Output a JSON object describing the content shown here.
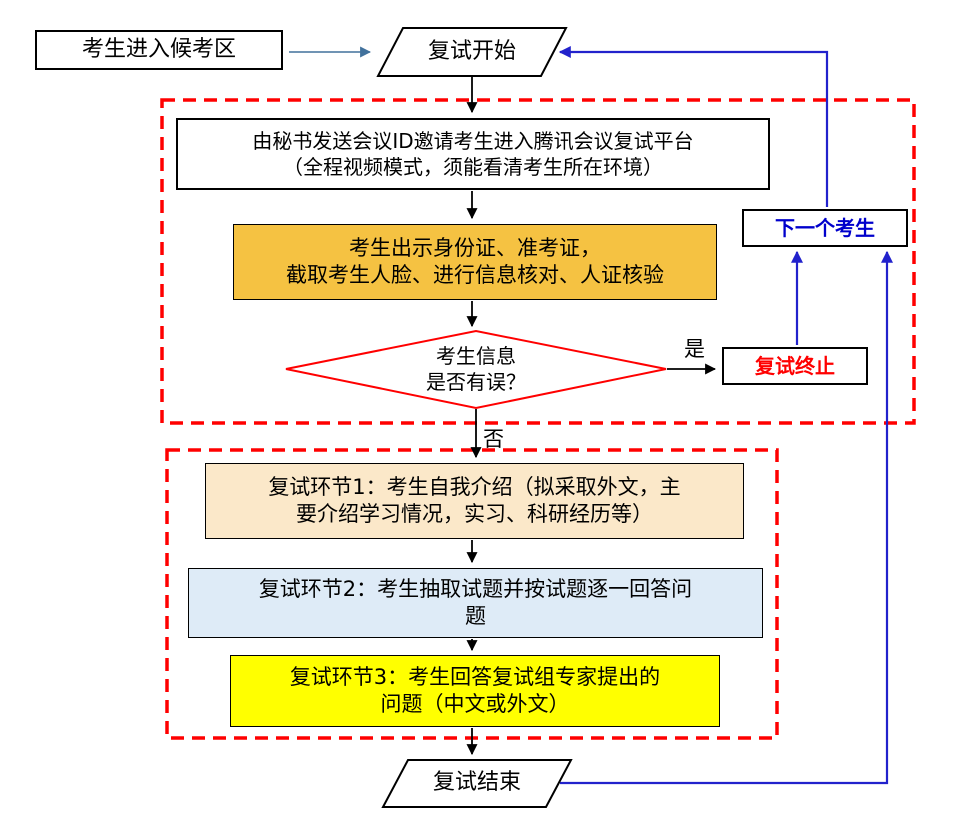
{
  "diagram": {
    "nodes": {
      "waiting": {
        "label": "考生进入候考区"
      },
      "start": {
        "label": "复试开始"
      },
      "send_id": {
        "lines": [
          "由秘书发送会议ID邀请考生进入腾讯会议复试平台",
          "（全程视频模式，须能看清考生所在环境）"
        ]
      },
      "id_check": {
        "lines": [
          "考生出示身份证、准考证，",
          "截取考生人脸、进行信息核对、人证核验"
        ]
      },
      "decision": {
        "lines": [
          "考生信息",
          "是否有误？"
        ]
      },
      "terminate": {
        "label": "复试终止"
      },
      "next_candidate": {
        "label": "下一个考生"
      },
      "step1": {
        "lines": [
          "复试环节1：考生自我介绍（拟采取外文，主",
          "要介绍学习情况，实习、科研经历等）"
        ]
      },
      "step2": {
        "lines": [
          "复试环节2：考生抽取试题并按试题逐一回答问",
          "题"
        ]
      },
      "step3": {
        "lines": [
          "复试环节3：考生回答复试组专家提出的",
          "问题（中文或外文）"
        ]
      },
      "end": {
        "label": "复试结束"
      }
    },
    "edge_labels": {
      "yes": "是",
      "no": "否"
    },
    "colors": {
      "stage_outline": "#FF0000",
      "decision_border": "#FF0000",
      "terminate_text": "#FF0000",
      "next_candidate_text": "#0000CC",
      "loop_arrow": "#2222CC",
      "entry_arrow": "#41719C",
      "connector": "#000000",
      "id_check_fill": "#F5C242",
      "step1_fill": "#FBE8C9",
      "step2_fill": "#DEEBF7",
      "step3_fill": "#FFFF00"
    }
  }
}
